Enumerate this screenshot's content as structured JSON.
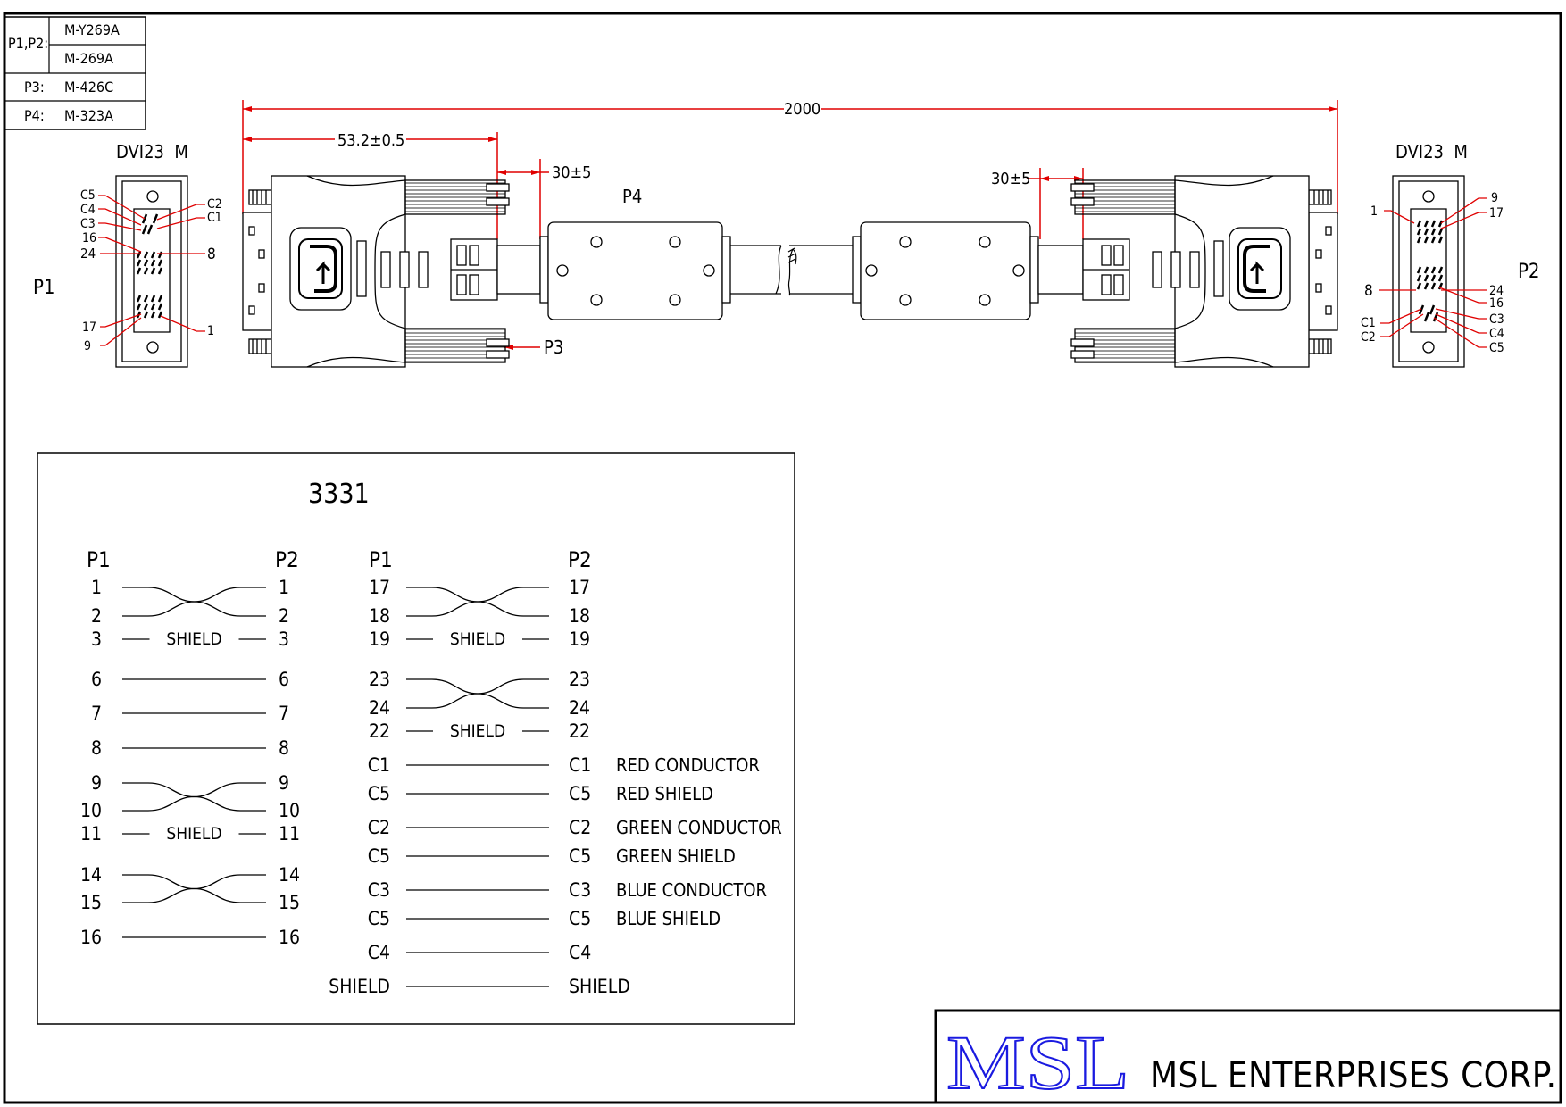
{
  "parts_table": [
    {
      "ref": "P1,P2:",
      "part": "M-Y269A"
    },
    {
      "ref": "",
      "part": "M-269A"
    },
    {
      "ref": "P3:",
      "part": "M-426C"
    },
    {
      "ref": "P4:",
      "part": "M-323A"
    }
  ],
  "cable": {
    "overall_length": "2000",
    "dim_connector": "53.2±0.5",
    "dim_ferrite_left": "30±5",
    "dim_ferrite_right": "30±5",
    "label_p3": "P3",
    "label_p4": "P4"
  },
  "connectors": {
    "left": {
      "title": "DVI23  M",
      "label": "P1",
      "pins_left": [
        "C5",
        "C4",
        "C3",
        "16",
        "24",
        "17",
        "9"
      ],
      "pins_right": [
        "C2",
        "C1",
        "8",
        "1"
      ]
    },
    "right": {
      "title": "DVI23  M",
      "label": "P2",
      "pins_left": [
        "1",
        "8",
        "C1",
        "C2"
      ],
      "pins_right": [
        "9",
        "17",
        "24",
        "16",
        "C3",
        "C4",
        "C5"
      ]
    }
  },
  "wiring": {
    "title": "3331",
    "header_p1": "P1",
    "header_p2": "P2",
    "shield_label": "SHIELD",
    "left_rows": [
      {
        "p1": "1",
        "p2": "1"
      },
      {
        "p1": "2",
        "p2": "2"
      },
      {
        "p1": "3",
        "p2": "3"
      },
      {
        "p1": "6",
        "p2": "6"
      },
      {
        "p1": "7",
        "p2": "7"
      },
      {
        "p1": "8",
        "p2": "8"
      },
      {
        "p1": "9",
        "p2": "9"
      },
      {
        "p1": "10",
        "p2": "10"
      },
      {
        "p1": "11",
        "p2": "11"
      },
      {
        "p1": "14",
        "p2": "14"
      },
      {
        "p1": "15",
        "p2": "15"
      },
      {
        "p1": "16",
        "p2": "16"
      }
    ],
    "right_rows": [
      {
        "p1": "17",
        "p2": "17",
        "note": ""
      },
      {
        "p1": "18",
        "p2": "18",
        "note": ""
      },
      {
        "p1": "19",
        "p2": "19",
        "note": ""
      },
      {
        "p1": "23",
        "p2": "23",
        "note": ""
      },
      {
        "p1": "24",
        "p2": "24",
        "note": ""
      },
      {
        "p1": "22",
        "p2": "22",
        "note": ""
      },
      {
        "p1": "C1",
        "p2": "C1",
        "note": "RED CONDUCTOR"
      },
      {
        "p1": "C5",
        "p2": "C5",
        "note": "RED SHIELD"
      },
      {
        "p1": "C2",
        "p2": "C2",
        "note": "GREEN CONDUCTOR"
      },
      {
        "p1": "C5",
        "p2": "C5",
        "note": "GREEN SHIELD"
      },
      {
        "p1": "C3",
        "p2": "C3",
        "note": "BLUE CONDUCTOR"
      },
      {
        "p1": "C5",
        "p2": "C5",
        "note": "BLUE SHIELD"
      },
      {
        "p1": "C4",
        "p2": "C4",
        "note": ""
      },
      {
        "p1": "SHIELD",
        "p2": "SHIELD",
        "note": ""
      }
    ]
  },
  "title_block": {
    "logo": "MSL",
    "company": "MSL ENTERPRISES CORP."
  },
  "colors": {
    "dimension": "#e00000",
    "logo": "#1a1ae0",
    "line": "#000000"
  }
}
